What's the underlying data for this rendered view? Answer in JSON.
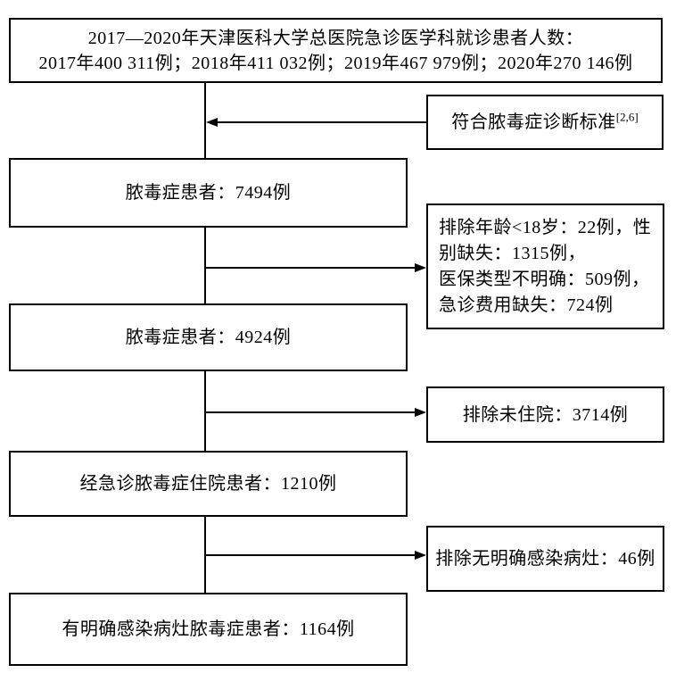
{
  "title_box": {
    "line1": "2017—2020年天津医科大学总医院急诊医学科就诊患者人数：",
    "line2": "2017年400 311例；2018年411 032例；2019年467 979例；2020年270 146例"
  },
  "flow_boxes": [
    {
      "label": "脓毒症患者：7494例"
    },
    {
      "label": "脓毒症患者：4924例"
    },
    {
      "label": "经急诊脓毒症住院患者：1210例"
    },
    {
      "label": "有明确感染病灶脓毒症患者：1164例"
    }
  ],
  "side_boxes": {
    "criteria": {
      "label": "符合脓毒症诊断标准",
      "superscript": "[2,6]"
    },
    "exclusion_demographics": {
      "lines": [
        "排除年龄<18岁：22例，性",
        "别缺失：1315例，",
        "医保类型不明确：509例，",
        "急诊费用缺失：724例"
      ]
    },
    "exclusion_not_hospitalized": {
      "label": "排除未住院：3714例"
    },
    "exclusion_no_focus": {
      "label": "排除无明确感染病灶：46例"
    }
  },
  "colors": {
    "line": "#000000",
    "text": "#000000",
    "background": "#ffffff"
  }
}
